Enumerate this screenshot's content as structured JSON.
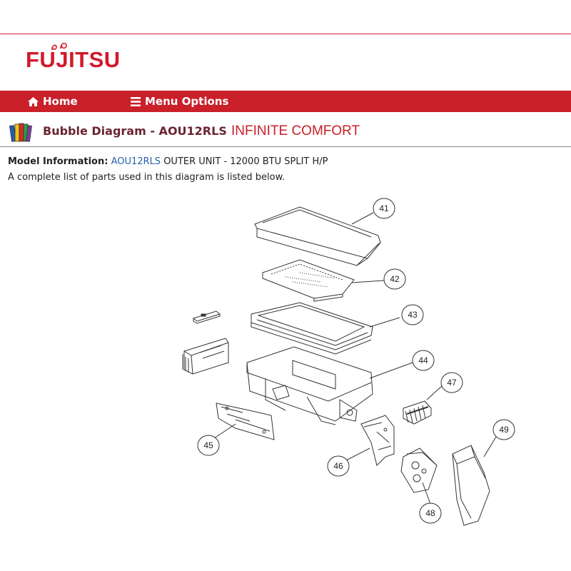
{
  "brand": {
    "logo_text": "FUJITSU",
    "color": "#c9202a"
  },
  "nav": {
    "home_label": "Home",
    "menu_label": "Menu Options"
  },
  "header": {
    "title": "Bubble Diagram - AOU12RLS",
    "brand_name": "INFINITE COMFORT"
  },
  "model_info": {
    "label": "Model Information:",
    "model_link": "AOU12RLS",
    "description": "OUTER UNIT - 12000 BTU SPLIT H/P",
    "list_note": "A complete list of parts used in this diagram is listed below."
  },
  "bubbles": [
    {
      "number": "41"
    },
    {
      "number": "42"
    },
    {
      "number": "43"
    },
    {
      "number": "44"
    },
    {
      "number": "45"
    },
    {
      "number": "46"
    },
    {
      "number": "47"
    },
    {
      "number": "48"
    },
    {
      "number": "49"
    }
  ],
  "icons": {
    "home": "house-icon",
    "menu": "menu-bars-icon",
    "section": "books-icon"
  }
}
